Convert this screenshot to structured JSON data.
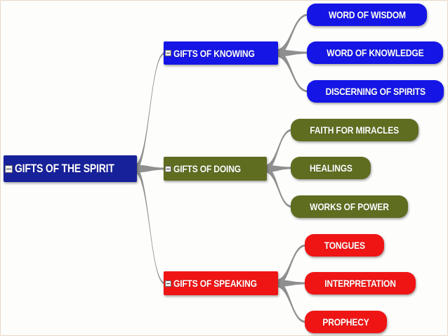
{
  "root": {
    "label": "GIFTS OF THE SPIRIT",
    "color": "#17219a"
  },
  "categories": [
    {
      "label": "GIFTS OF KNOWING",
      "color": "#1515e6",
      "children": [
        "WORD OF WISDOM",
        "WORD OF KNOWLEDGE",
        "DISCERNING OF SPIRITS"
      ]
    },
    {
      "label": "GIFTS OF DOING",
      "color": "#5e6d20",
      "children": [
        "FAITH FOR MIRACLES",
        "HEALINGS",
        "WORKS OF POWER"
      ]
    },
    {
      "label": "GIFTS OF SPEAKING",
      "color": "#ef1515",
      "children": [
        "TONGUES",
        "INTERPRETATION",
        "PROPHECY"
      ]
    }
  ],
  "colors": {
    "connector": "#8f8f8f",
    "background": "#fdfdfc",
    "text": "#ffffff"
  },
  "icons": {
    "collapse": "collapse-minus-icon"
  }
}
